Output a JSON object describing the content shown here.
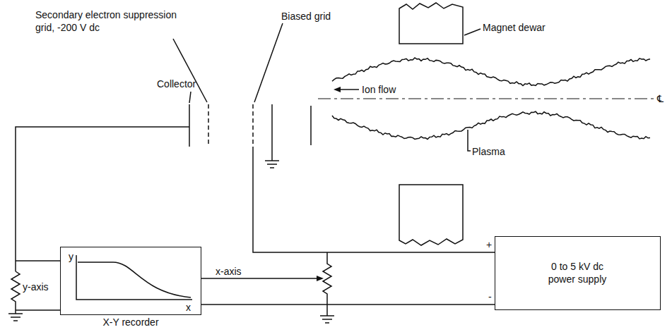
{
  "diagram": {
    "nodes": [
      {
        "text": [
          "y",
          "x",
          "X-Y recorder"
        ]
      },
      {
        "text": [
          "0 to 5 kV dc power supply"
        ]
      }
    ],
    "edges": [
      {
        "from": 0,
        "to": 1,
        "label": "x-axis",
        "arrow": "none"
      }
    ],
    "labels": [
      "Secondary electron suppression grid, -200 V dc",
      "Collector",
      "Biased grid",
      "Magnet dewar",
      "Ion flow",
      "℄",
      "Plasma",
      "y-axis",
      "+",
      "-"
    ]
  }
}
